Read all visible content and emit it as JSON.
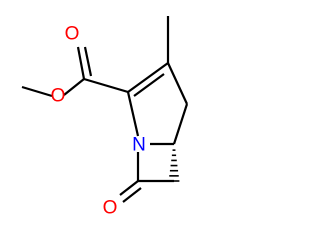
{
  "molecule": {
    "colors": {
      "bond": "#000000",
      "oxygen": "#ff0000",
      "nitrogen": "#0000ff",
      "background": "#ffffff"
    },
    "atoms": {
      "o_carbonyl_ester": {
        "symbol": "O"
      },
      "o_ester_link": {
        "symbol": "O"
      },
      "n_ring": {
        "symbol": "N"
      },
      "o_lactam": {
        "symbol": "O"
      }
    },
    "stereo": {
      "bridgehead_wedge": "hashed"
    }
  }
}
